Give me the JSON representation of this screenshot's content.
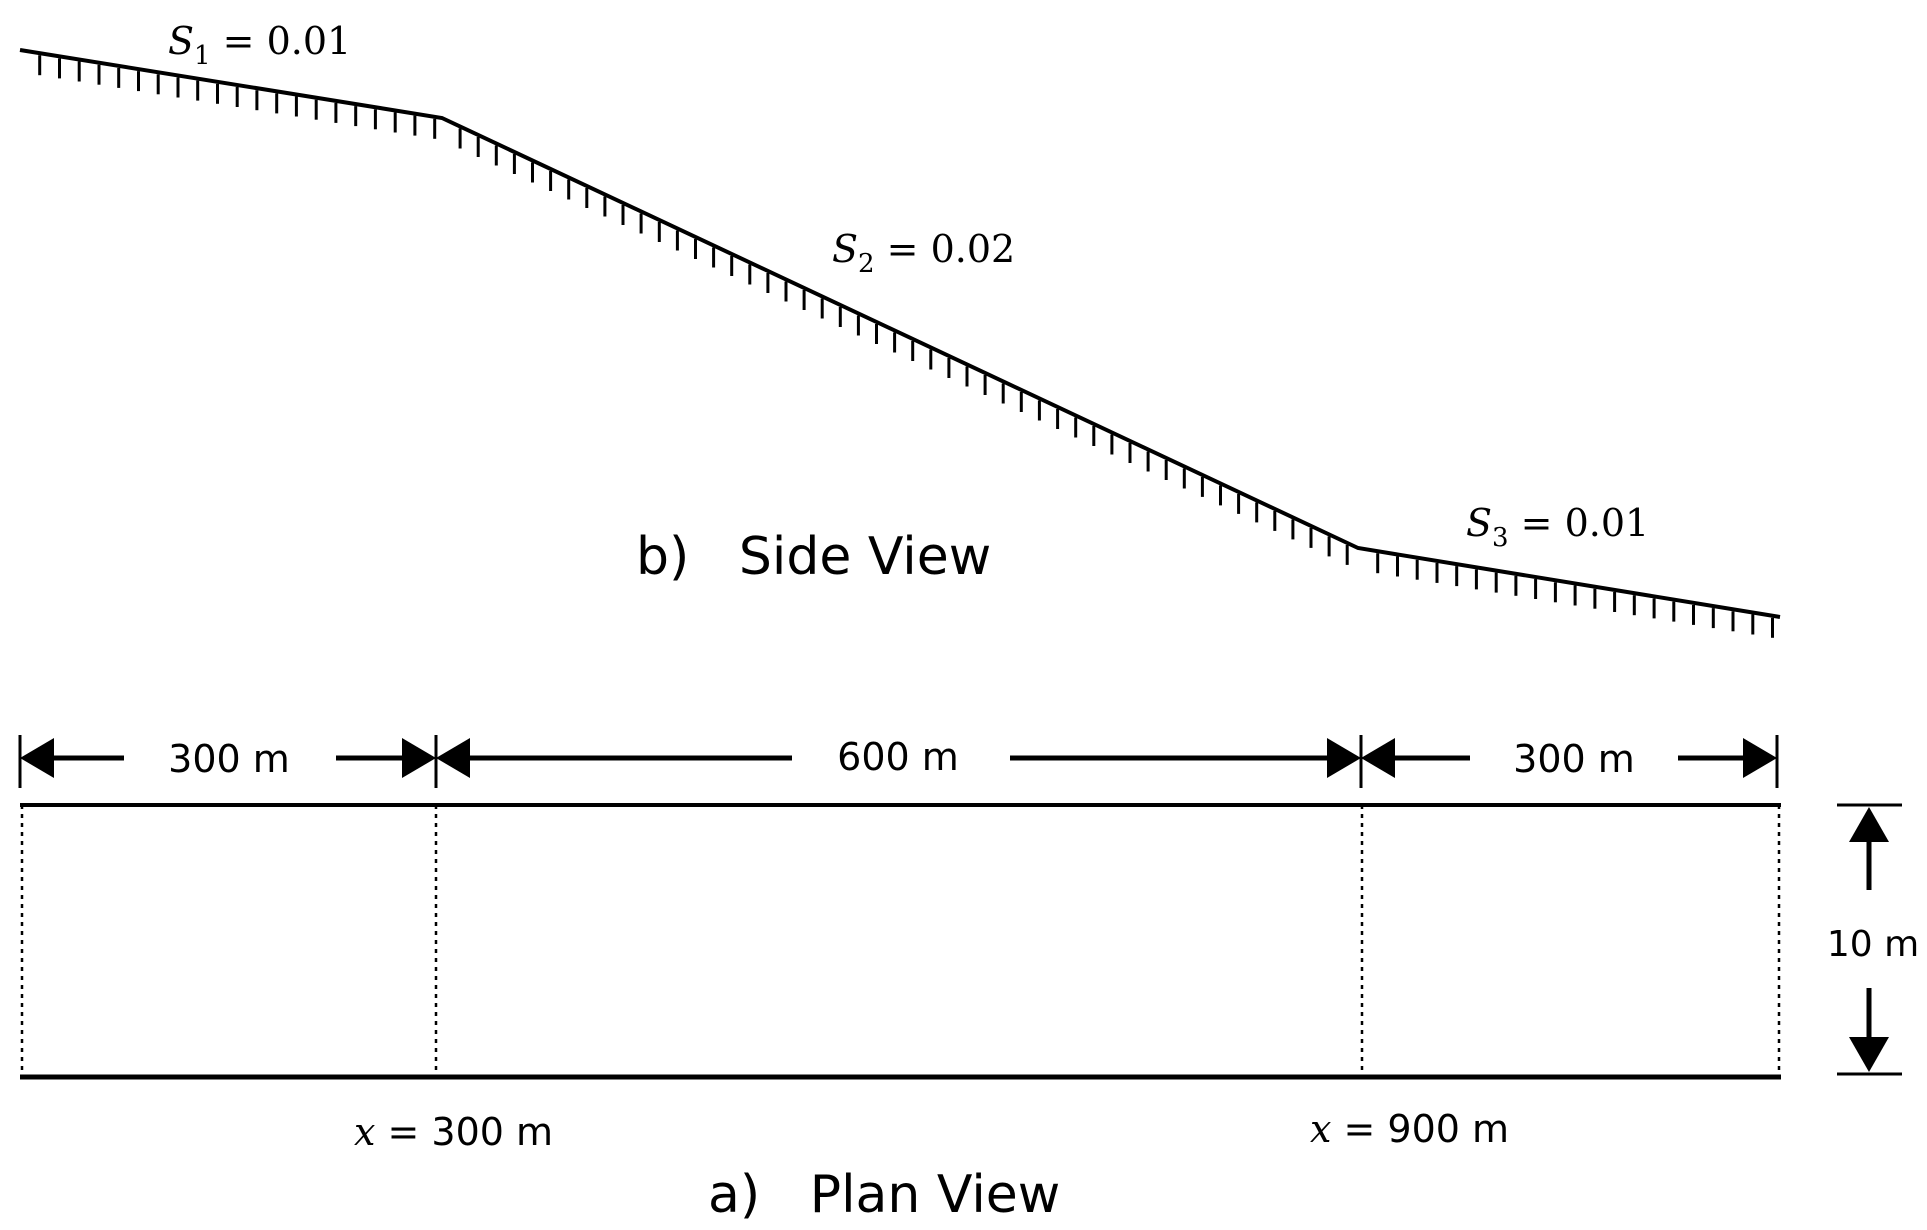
{
  "side_view": {
    "caption": "b)   Side View",
    "segments": [
      {
        "symbol": "S",
        "subscript": "1",
        "eq": " = 0.01"
      },
      {
        "symbol": "S",
        "subscript": "2",
        "eq": " = 0.02"
      },
      {
        "symbol": "S",
        "subscript": "3",
        "eq": " = 0.01"
      }
    ]
  },
  "plan_view": {
    "caption": "a)   Plan View",
    "dimensions": [
      {
        "label": "300 m"
      },
      {
        "label": "600 m"
      },
      {
        "label": "300 m"
      }
    ],
    "width_label": "10 m",
    "markers": [
      {
        "var": "x",
        "eq": " = 300 m"
      },
      {
        "var": "x",
        "eq": " = 900 m"
      }
    ]
  }
}
